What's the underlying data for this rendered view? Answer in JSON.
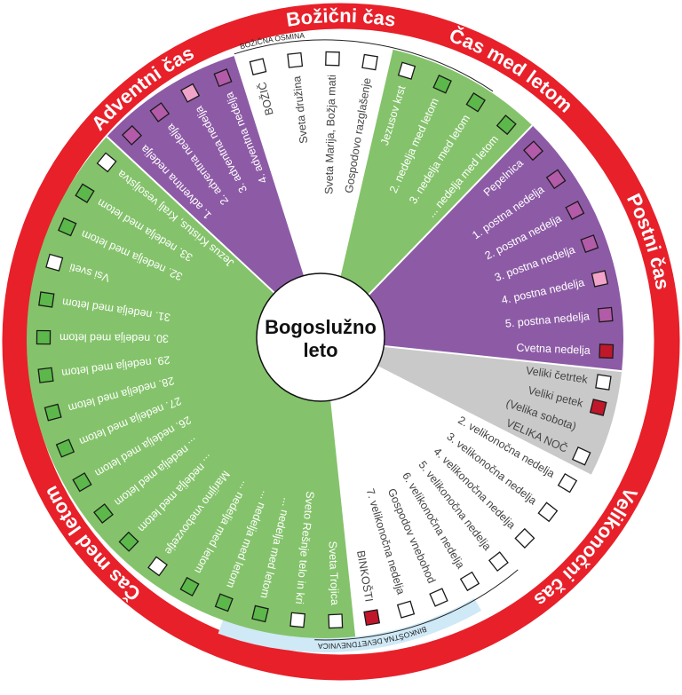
{
  "title_lines": [
    "Bogoslužno",
    "leto"
  ],
  "colors": {
    "ring": "#e8202a",
    "green": "#84c36b",
    "purple": "#8d5ba6",
    "grey": "#c9c9c9",
    "white": "#ffffff",
    "box_green": "#5cb84a",
    "box_purple": "#b35aa8",
    "box_pink": "#f2a3c9",
    "box_red": "#c0182a",
    "box_white": "#ffffff",
    "dark_text": "#444444",
    "band_blue": "#cfe9f6"
  },
  "ring_labels": [
    {
      "text": "Adventni čas"
    },
    {
      "text": "Božični čas"
    },
    {
      "text": "Čas med letom"
    },
    {
      "text": "Postni čas"
    },
    {
      "text": "Velikonočni čas"
    },
    {
      "text": "Čas med letom"
    }
  ],
  "arc_labels": {
    "christmas_octave": "BOŽIČNA OSMINA",
    "pentecost_novena": "BINKOŠTNA DEVETDNEVNICA"
  },
  "segments": [
    {
      "name": "advent",
      "color": "purple",
      "text": "white",
      "items": [
        {
          "label": "1. adventna nedelja",
          "box": "box_purple"
        },
        {
          "label": "2. adventna nedelja",
          "box": "box_purple"
        },
        {
          "label": "3. adventna nedelja",
          "box": "box_pink"
        },
        {
          "label": "4. adventna nedelja",
          "box": "box_purple"
        }
      ]
    },
    {
      "name": "christmas",
      "color": "white",
      "text": "dark_text",
      "items": [
        {
          "label": "BOŽIČ",
          "box": "box_white",
          "big": true
        },
        {
          "label": "Sveta družina",
          "box": "box_white"
        },
        {
          "label": "Sveta Marija, Božja mati",
          "box": "box_white"
        },
        {
          "label": "Gospodovo razglašenje",
          "box": "box_white"
        }
      ]
    },
    {
      "name": "ordinary-time-1",
      "color": "green",
      "text": "white",
      "items": [
        {
          "label": "Jezusov krst",
          "box": "box_white"
        },
        {
          "label": "2. nedelja med letom",
          "box": "box_green"
        },
        {
          "label": "3. nedelja med letom",
          "box": "box_green"
        },
        {
          "label": "... nedelja med letom",
          "box": "box_green"
        }
      ]
    },
    {
      "name": "lent",
      "color": "purple",
      "text": "white",
      "items": [
        {
          "label": "Pepelnica",
          "box": "box_purple"
        },
        {
          "label": "1. postna nedelja",
          "box": "box_purple"
        },
        {
          "label": "2. postna nedelja",
          "box": "box_purple"
        },
        {
          "label": "3. postna nedelja",
          "box": "box_purple"
        },
        {
          "label": "4. postna nedelja",
          "box": "box_pink"
        },
        {
          "label": "5. postna nedelja",
          "box": "box_purple"
        },
        {
          "label": "Cvetna nedelja",
          "box": "box_red"
        }
      ]
    },
    {
      "name": "triduum",
      "color": "grey",
      "text": "dark_text",
      "items": [
        {
          "label": "Veliki četrtek",
          "box": "box_white"
        },
        {
          "label": "Veliki petek",
          "box": "box_red"
        },
        {
          "label": "(Velika sobota)",
          "box": null
        },
        {
          "label": "VELIKA NOČ",
          "box": "box_white"
        }
      ]
    },
    {
      "name": "easter",
      "color": "white",
      "text": "dark_text",
      "items": [
        {
          "label": "2. velikonočna nedelja",
          "box": "box_white"
        },
        {
          "label": "3. velikonočna nedelja",
          "box": "box_white"
        },
        {
          "label": "4. velikonočna nedelja",
          "box": "box_white"
        },
        {
          "label": "5. velikonočna nedelja",
          "box": "box_white"
        },
        {
          "label": "6. velikonočna nedelja",
          "box": "box_white"
        },
        {
          "label": "Gospodov vnebohod",
          "box": "box_white"
        },
        {
          "label": "7. velikonočna nedelja",
          "box": "box_white"
        },
        {
          "label": "BINKOŠTI",
          "box": "box_red"
        }
      ]
    },
    {
      "name": "ordinary-time-2",
      "color": "green",
      "text": "white",
      "items": [
        {
          "label": "Sveta Trojica",
          "box": "box_white"
        },
        {
          "label": "Sveto Rešnje telo in kri",
          "box": "box_white"
        },
        {
          "label": "... nedelja med letom",
          "box": "box_green"
        },
        {
          "label": "... nedelja med letom",
          "box": "box_green"
        },
        {
          "label": "... nedelja med letom",
          "box": "box_green"
        },
        {
          "label": "Marijino vnebovzetje",
          "box": "box_white"
        },
        {
          "label": "... nedelja med letom",
          "box": "box_green"
        },
        {
          "label": "... nedelja med letom",
          "box": "box_green"
        },
        {
          "label": "26. nedelja med letom",
          "box": "box_green"
        },
        {
          "label": "27. nedelja med letom",
          "box": "box_green"
        },
        {
          "label": "28. nedelja med letom",
          "box": "box_green"
        },
        {
          "label": "29. nedelja med letom",
          "box": "box_green"
        },
        {
          "label": "30. nedelja med letom",
          "box": "box_green"
        },
        {
          "label": "31. nedelja med letom",
          "box": "box_green"
        },
        {
          "label": "Vsi sveti",
          "box": "box_white"
        },
        {
          "label": "32. nedelja med letom",
          "box": "box_green"
        },
        {
          "label": "33. nedelja med letom",
          "box": "box_green"
        },
        {
          "label": "Jezus Kristus, Kralj vesoljstva",
          "box": "box_white"
        }
      ]
    }
  ]
}
